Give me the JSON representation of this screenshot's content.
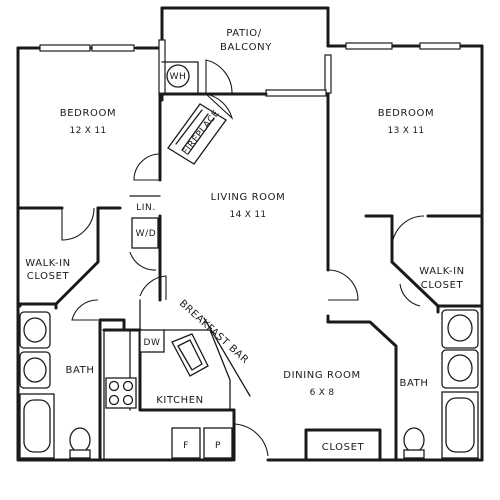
{
  "plan": {
    "rooms": {
      "patio": {
        "line1": "PATIO/",
        "line2": "BALCONY"
      },
      "bedroom_left": {
        "name": "BEDROOM",
        "size": "12 X 11"
      },
      "bedroom_right": {
        "name": "BEDROOM",
        "size": "13 X 11"
      },
      "living": {
        "name": "LIVING ROOM",
        "size": "14 X 11"
      },
      "dining": {
        "name": "DINING ROOM",
        "size": "6 X 8"
      },
      "kitchen": {
        "name": "KITCHEN"
      },
      "bath_left": {
        "name": "BATH"
      },
      "bath_right": {
        "name": "BATH"
      },
      "walkin_left": {
        "line1": "WALK-IN",
        "line2": "CLOSET"
      },
      "walkin_right": {
        "line1": "WALK-IN",
        "line2": "CLOSET"
      },
      "closet": {
        "name": "CLOSET"
      }
    },
    "fixtures": {
      "water_heater": "WH",
      "fireplace": "FIREPLACE",
      "linen": "LIN.",
      "washer_dryer": "W/D",
      "dishwasher": "DW",
      "breakfast_bar": "BREAKFAST BAR",
      "fridge": "F",
      "pantry": "P"
    }
  }
}
